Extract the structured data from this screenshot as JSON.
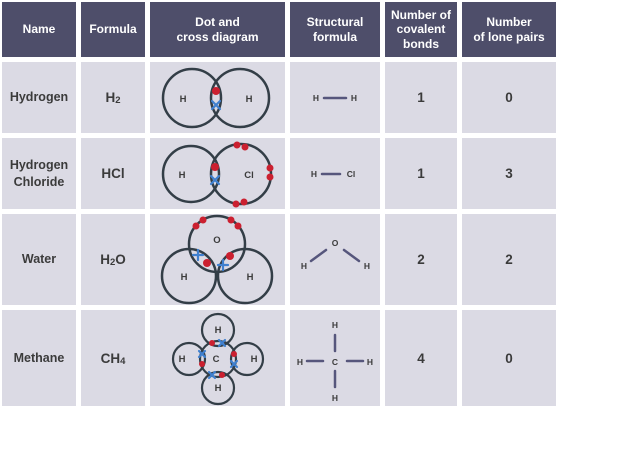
{
  "theme": {
    "header_bg": "#4e4e6a",
    "header_text": "#ffffff",
    "cell_bg": "#dbdae4",
    "text": "#3b3b3b",
    "circle_stroke": "#333e47",
    "electron_dot_color": "#cb2030",
    "electron_cross_color": "#4080cf",
    "bond_line_color": "#56567c"
  },
  "table": {
    "headers": [
      {
        "label": "Name"
      },
      {
        "label": "Formula"
      },
      {
        "label": "Dot and\ncross diagram"
      },
      {
        "label": "Structural\nformula"
      },
      {
        "label": "Number of\ncovalent\nbonds"
      },
      {
        "label": "Number\nof lone pairs"
      }
    ],
    "rows": [
      {
        "name": "Hydrogen",
        "formula": {
          "pre": "H",
          "sub": "2",
          "post": ""
        },
        "dot_cross": {
          "left_atom": "H",
          "right_atom": "H"
        },
        "structural": {
          "left_atom": "H",
          "right_atom": "H"
        },
        "covalent_bonds": "1",
        "lone_pairs": "0"
      },
      {
        "name": "Hydrogen\nChloride",
        "formula": {
          "pre": "HCl",
          "sub": "",
          "post": ""
        },
        "dot_cross": {
          "left_atom": "H",
          "right_atom": "Cl"
        },
        "structural": {
          "left_atom": "H",
          "right_atom": "Cl"
        },
        "covalent_bonds": "1",
        "lone_pairs": "3"
      },
      {
        "name": "Water",
        "formula": {
          "pre": "H",
          "sub": "2",
          "post": "O"
        },
        "dot_cross": {
          "top_atom": "O",
          "left_atom": "H",
          "right_atom": "H"
        },
        "structural": {
          "top_atom": "O",
          "left_atom": "H",
          "right_atom": "H"
        },
        "covalent_bonds": "2",
        "lone_pairs": "2"
      },
      {
        "name": "Methane",
        "formula": {
          "pre": "CH",
          "sub": "4",
          "post": ""
        },
        "dot_cross": {
          "center_atom": "C",
          "top_atom": "H",
          "left_atom": "H",
          "right_atom": "H",
          "bottom_atom": "H"
        },
        "structural": {
          "center_atom": "C",
          "top_atom": "H",
          "left_atom": "H",
          "right_atom": "H",
          "bottom_atom": "H"
        },
        "covalent_bonds": "4",
        "lone_pairs": "0"
      }
    ]
  }
}
